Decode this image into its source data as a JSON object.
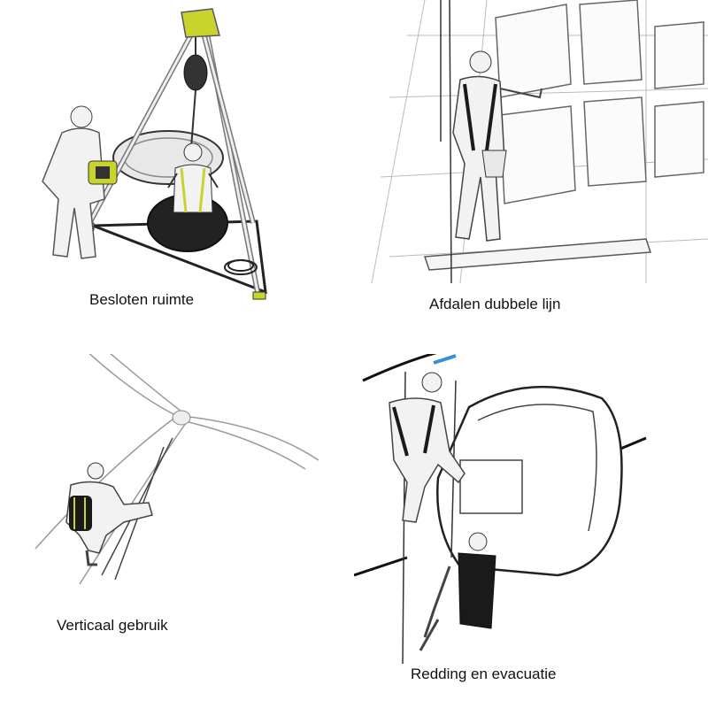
{
  "panels": [
    {
      "caption": "Besloten ruimte"
    },
    {
      "caption": "Afdalen dubbele lijn"
    },
    {
      "caption": "Verticaal gebruik"
    },
    {
      "caption": "Redding en evacuatie"
    }
  ],
  "colors": {
    "line": "#222222",
    "outline_light": "#9a9a9a",
    "worker_fill": "#f2f2f2",
    "tripod_accent": "#c8d42c",
    "harness": "#1a1a1a",
    "rope_blue": "#3a8fd0"
  }
}
